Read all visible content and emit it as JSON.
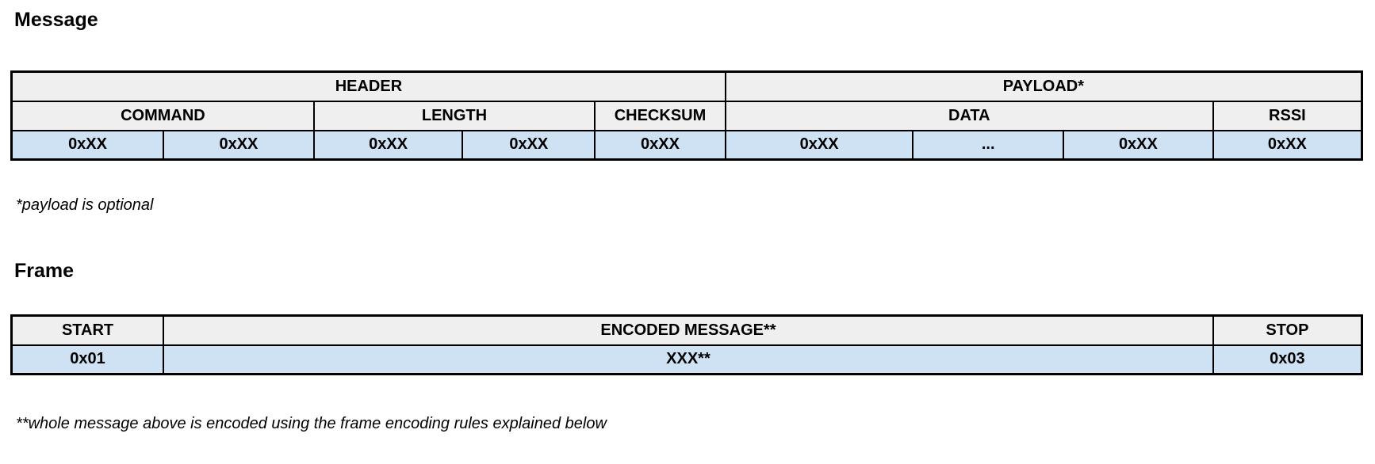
{
  "colors": {
    "header_cell_bg": "#efefef",
    "value_cell_bg": "#cfe2f3",
    "border": "#000000"
  },
  "message_section": {
    "title": "Message",
    "footnote": "*payload is optional",
    "table": {
      "group_row": [
        {
          "label": "HEADER",
          "colspan": 5
        },
        {
          "label": "PAYLOAD*",
          "colspan": 4
        }
      ],
      "field_row": [
        {
          "label": "COMMAND",
          "colspan": 2
        },
        {
          "label": "LENGTH",
          "colspan": 2
        },
        {
          "label": "CHECKSUM",
          "colspan": 1
        },
        {
          "label": "DATA",
          "colspan": 3
        },
        {
          "label": "RSSI",
          "colspan": 1
        }
      ],
      "value_row": [
        "0xXX",
        "0xXX",
        "0xXX",
        "0xXX",
        "0xXX",
        "0xXX",
        "...",
        "0xXX",
        "0xXX"
      ]
    }
  },
  "frame_section": {
    "title": "Frame",
    "footnote": "**whole message above is encoded using the frame encoding rules explained below",
    "table": {
      "field_row": [
        {
          "label": "START"
        },
        {
          "label": "ENCODED MESSAGE**"
        },
        {
          "label": "STOP"
        }
      ],
      "value_row": [
        "0x01",
        "XXX**",
        "0x03"
      ]
    }
  }
}
